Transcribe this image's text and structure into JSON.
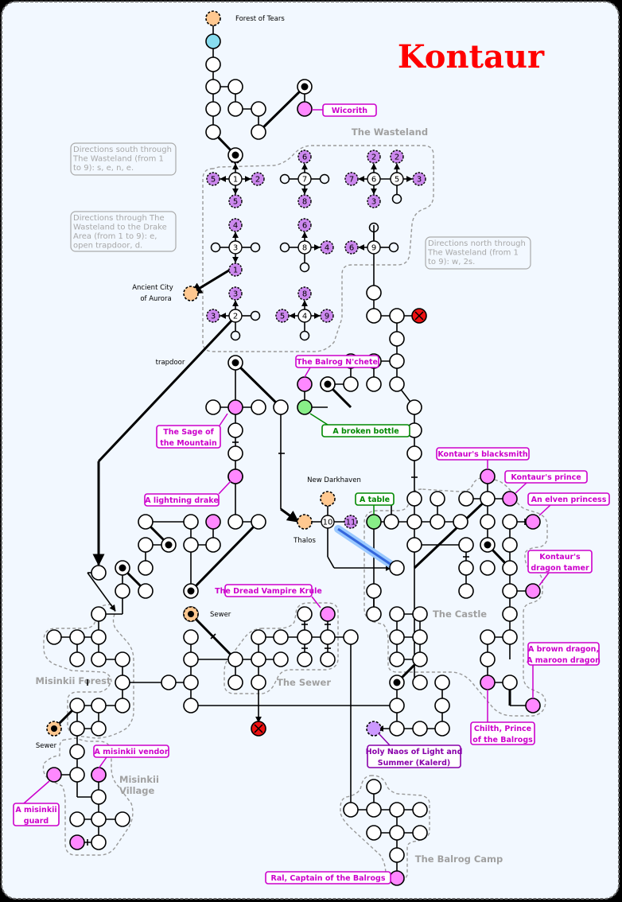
{
  "title": "Kontaur",
  "colors": {
    "background": "#f2f8ff",
    "title": "#ff0000",
    "npc": "#cc00cc",
    "npc_fill": "#ff88ff",
    "item": "#008800",
    "item_fill": "#88ee88",
    "exit_fill": "#ffc890",
    "start_fill": "#88ddf0",
    "shrine_fill": "#cc99ff",
    "wasteland_fill": "#cc88ee",
    "deathtrap_fill": "#ee1111",
    "area_label": "#a0a0a0"
  },
  "areas": [
    {
      "name": "The Wasteland"
    },
    {
      "name": "Misinkii Forest"
    },
    {
      "name": "Misinkii Village"
    },
    {
      "name": "The Sewer"
    },
    {
      "name": "The Castle"
    },
    {
      "name": "The Balrog Camp"
    }
  ],
  "places": [
    {
      "name": "Forest of Tears"
    },
    {
      "name": "Ancient City of Aurora"
    },
    {
      "name": "trapdoor"
    },
    {
      "name": "New Darkhaven"
    },
    {
      "name": "Thalos"
    },
    {
      "name": "Sewer"
    },
    {
      "name": "Sewer"
    }
  ],
  "notes": [
    {
      "lines": [
        "Directions south through",
        "The Wasteland (from 1",
        "to 9): s, e, n, e."
      ]
    },
    {
      "lines": [
        "Directions through The",
        "Wasteland to the Drake",
        "Area (from 1 to 9): e,",
        "open trapdoor, d."
      ]
    },
    {
      "lines": [
        "Directions north through",
        "The Wasteland (from 1",
        "to 9): w, 2s."
      ]
    }
  ],
  "npcs": [
    {
      "lines": [
        "Wicorith"
      ]
    },
    {
      "lines": [
        "The Balrog N'chete"
      ]
    },
    {
      "lines": [
        "The Sage of",
        "the Mountain"
      ]
    },
    {
      "lines": [
        "A lightning drake"
      ]
    },
    {
      "lines": [
        "Kontaur's blacksmith"
      ]
    },
    {
      "lines": [
        "Kontaur's prince"
      ]
    },
    {
      "lines": [
        "An elven princess"
      ]
    },
    {
      "lines": [
        "Kontaur's",
        "dragon tamer"
      ]
    },
    {
      "lines": [
        "The Dread Vampire Krule"
      ]
    },
    {
      "lines": [
        "A brown dragon,",
        "A maroon dragon"
      ]
    },
    {
      "lines": [
        "Chilth, Prince",
        "of the Balrogs"
      ]
    },
    {
      "lines": [
        "A misinkii vendor"
      ]
    },
    {
      "lines": [
        "A misinkii",
        "guard"
      ]
    },
    {
      "lines": [
        "Ral, Captain of the Balrogs"
      ]
    }
  ],
  "items": [
    {
      "lines": [
        "A broken bottle"
      ]
    },
    {
      "lines": [
        "A table"
      ]
    }
  ],
  "shrines": [
    {
      "lines": [
        "Holy Naos of Light and",
        "Summer (Kalerd)"
      ]
    }
  ],
  "wasteland_rooms": [
    "1",
    "2",
    "3",
    "4",
    "5",
    "6",
    "7",
    "8",
    "9"
  ],
  "thalos_rooms": [
    "10",
    "11"
  ]
}
